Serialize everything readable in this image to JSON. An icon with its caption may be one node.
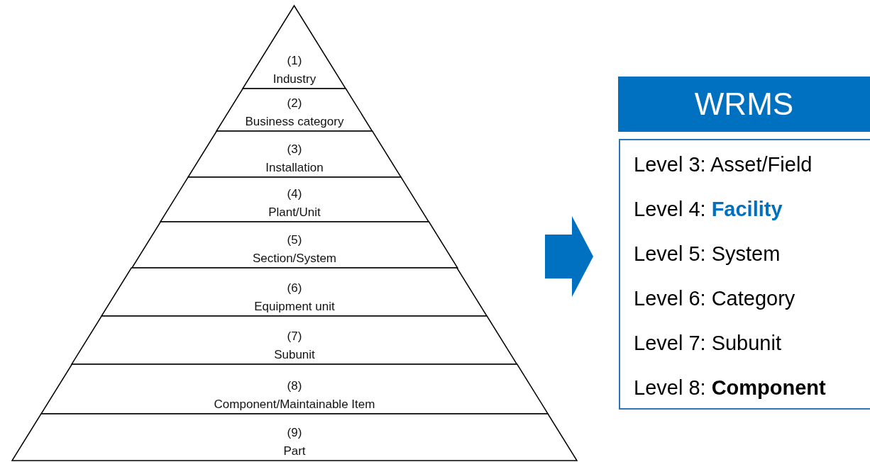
{
  "diagram": {
    "nodes": [
      {
        "text": [
          "(1)",
          "Industry"
        ]
      },
      {
        "text": [
          "(2)",
          "Business category"
        ]
      },
      {
        "text": [
          "(3)",
          "Installation"
        ]
      },
      {
        "text": [
          "(4)",
          "Plant/Unit"
        ]
      },
      {
        "text": [
          "(5)",
          "Section/System"
        ]
      },
      {
        "text": [
          "(6)",
          "Equipment unit"
        ]
      },
      {
        "text": [
          "(7)",
          "Subunit"
        ]
      },
      {
        "text": [
          "(8)",
          "Component/Maintainable Item"
        ]
      },
      {
        "text": [
          "(9)",
          "Part"
        ]
      },
      {
        "text": [
          "WRMS"
        ]
      },
      {
        "text": [
          "Level 3: Asset/Field",
          "Level 4: **Facility**",
          "Level 5: System",
          "Level 6: Category",
          "Level 7: Subunit",
          "Level 8: **Component**"
        ]
      }
    ],
    "edges": [
      {
        "from": null,
        "to": 10,
        "arrow": "to",
        "style": "thick",
        "color": "#0070c0"
      }
    ]
  }
}
